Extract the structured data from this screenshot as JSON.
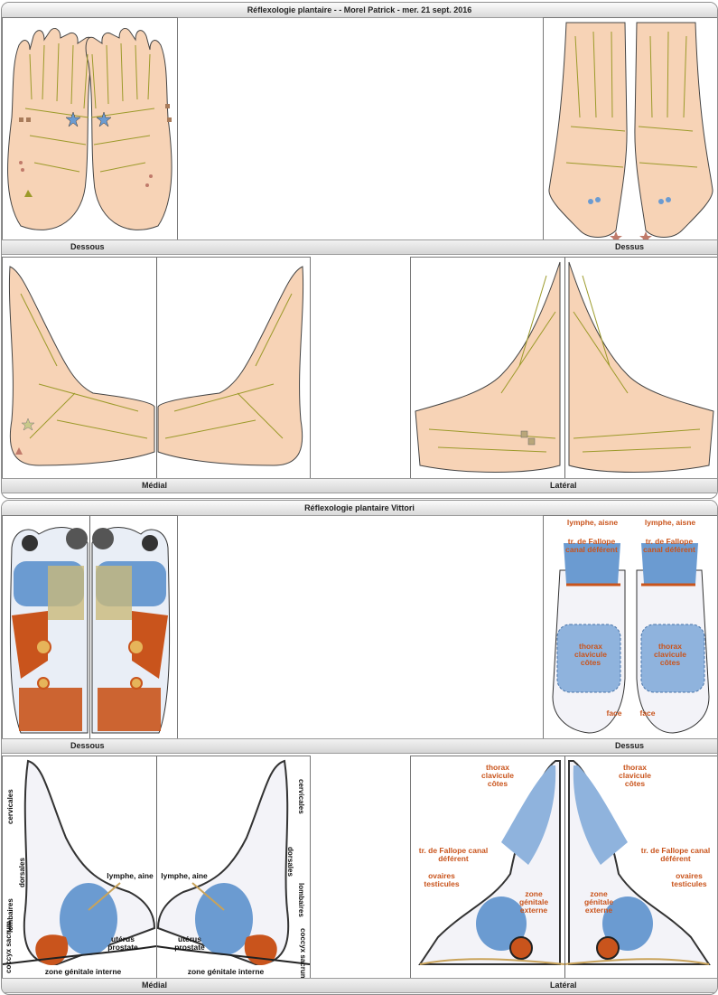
{
  "section1": {
    "title": "Réflexologie plantaire - - Morel  Patrick - mer. 21 sept. 2016",
    "label_dessous": "Dessous",
    "label_dessus": "Dessus",
    "label_medial": "Médial",
    "label_lateral": "Latéral"
  },
  "section2": {
    "title": "Réflexologie plantaire Vittori",
    "label_dessous": "Dessous",
    "label_dessus": "Dessus",
    "label_medial": "Médial",
    "label_lateral": "Latéral",
    "dessus_labels": {
      "lymphe_left": "lymphe, aisne",
      "lymphe_right": "lymphe, aisne",
      "fallope_left": "tr. de Fallope canal déférent",
      "fallope_right": "tr. de Fallope canal déférent",
      "thorax_left": "thorax clavicule côtes",
      "thorax_right": "thorax clavicule côtes",
      "face_left": "face",
      "face_right": "face"
    },
    "medial_labels": {
      "cervicales": "cervicales",
      "dorsales_left": "dorsales",
      "lombaires_left": "lombaires",
      "coccyx_left": "coccyx sacrum",
      "cervicales_right": "cervicales",
      "dorsales_right": "dorsales",
      "lombaires_right": "lombaires",
      "coccyx_right": "coccyx sacrum",
      "lymphe_left": "lymphe, aine",
      "lymphe_right": "lymphe, aine",
      "uterus_left": "utérus prostate",
      "uterus_right": "utérus prostate",
      "zone_left": "zone génitale interne",
      "zone_right": "zone génitale interne"
    },
    "lateral_labels": {
      "thorax_left": "thorax clavicule côtes",
      "thorax_right": "thorax clavicule côtes",
      "fallope_left": "tr. de Fallope canal déférent",
      "fallope_right": "tr. de Fallope canal déférent",
      "ovaires_left": "ovaires testicules",
      "ovaires_right": "ovaires testicules",
      "zone_ext_left": "zone génitale externe",
      "zone_ext_right": "zone génitale externe"
    }
  },
  "colors": {
    "skin": "#f7d3b6",
    "bone_line": "#9c9a2a",
    "reflex_blue": "#6b9bd1",
    "reflex_orange": "#c9541c"
  }
}
